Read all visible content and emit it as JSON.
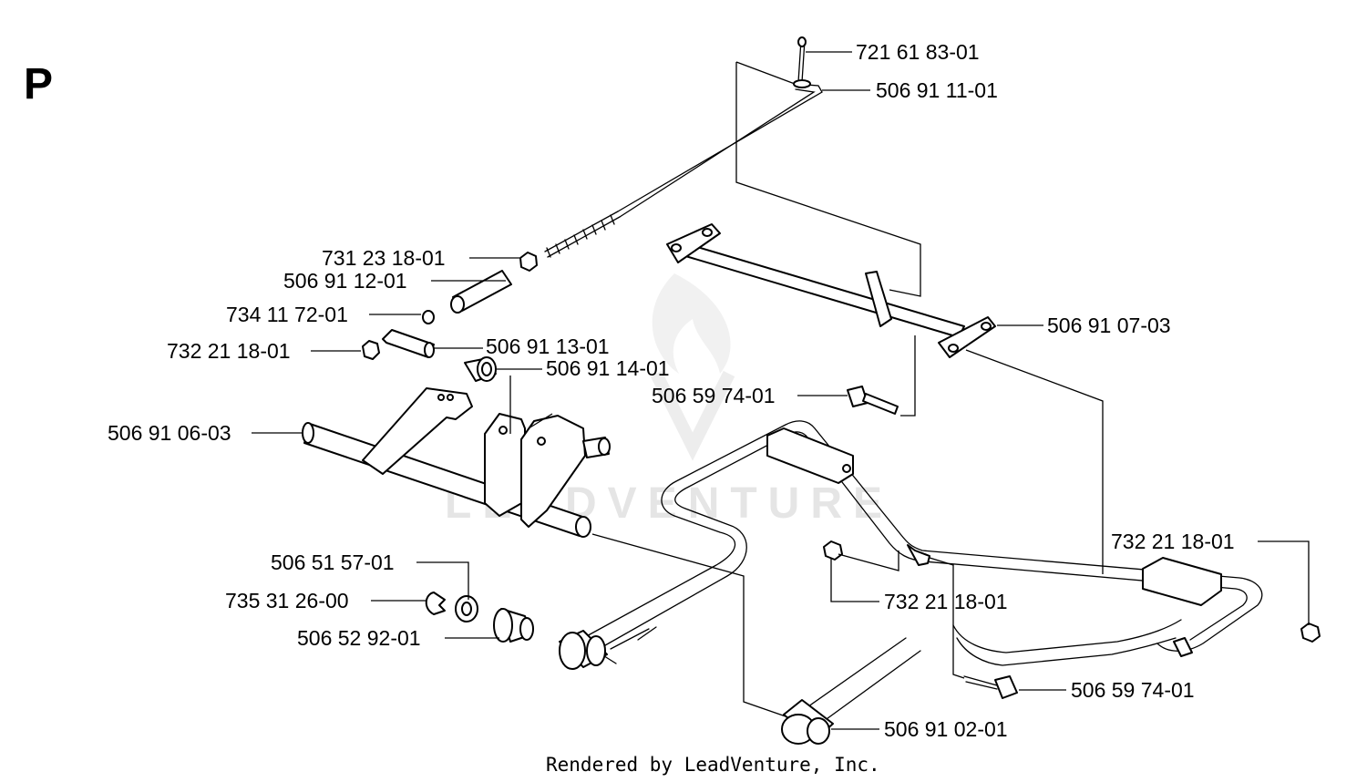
{
  "diagram": {
    "section_letter": "P",
    "watermark": "LEADVENTURE",
    "footer": "Rendered by LeadVenture, Inc.",
    "labels": {
      "p_721_61_83_01": "721 61 83-01",
      "p_506_91_11_01": "506 91 11-01",
      "p_731_23_18_01": "731 23 18-01",
      "p_506_91_12_01": "506 91 12-01",
      "p_734_11_72_01": "734 11 72-01",
      "p_732_21_18_01_a": "732 21 18-01",
      "p_506_91_13_01": "506 91 13-01",
      "p_506_91_14_01": "506 91 14-01",
      "p_506_91_07_03": "506 91 07-03",
      "p_506_59_74_01_a": "506 59 74-01",
      "p_506_91_06_03": "506 91 06-03",
      "p_732_21_18_01_b": "732 21 18-01",
      "p_506_51_57_01": "506 51 57-01",
      "p_735_31_26_00": "735 31 26-00",
      "p_732_21_18_01_c": "732 21 18-01",
      "p_506_52_92_01": "506 52 92-01",
      "p_506_59_74_01_b": "506 59 74-01",
      "p_506_91_02_01": "506 91 02-01"
    }
  }
}
